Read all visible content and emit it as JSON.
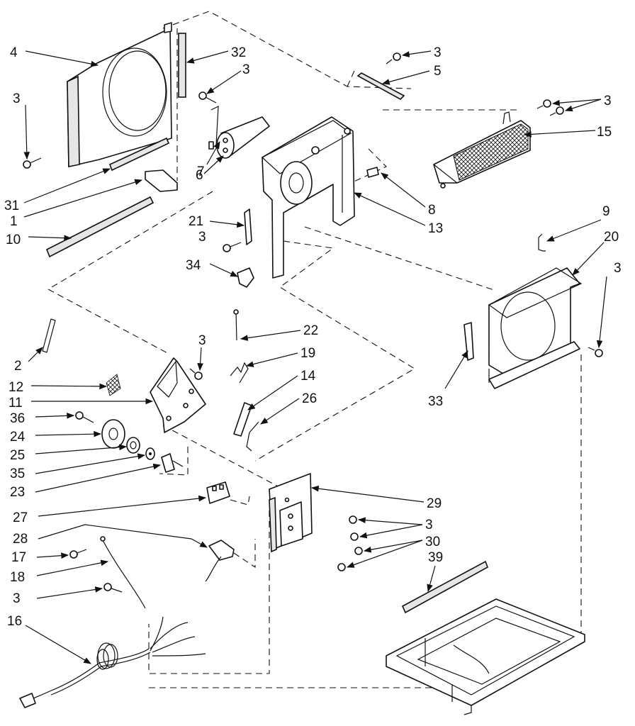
{
  "callouts": {
    "c4": "4",
    "c32": "32",
    "c3_screw_top": "3",
    "c3_left": "3",
    "c3_top_right": "3",
    "c5": "5",
    "c3_right": "3",
    "c15": "15",
    "c7": "7",
    "c6": "6",
    "c31": "31",
    "c1": "1",
    "c10": "10",
    "c8": "8",
    "c13": "13",
    "c21": "21",
    "c3_mid": "3",
    "c9": "9",
    "c20": "20",
    "c3_far_right": "3",
    "c34": "34",
    "c3_bracket": "3",
    "c22": "22",
    "c19": "19",
    "c14": "14",
    "c26": "26",
    "c2": "2",
    "c12": "12",
    "c11": "11",
    "c36": "36",
    "c24": "24",
    "c25": "25",
    "c35": "35",
    "c23": "23",
    "c33": "33",
    "c29": "29",
    "c27": "27",
    "c3_plate": "3",
    "c28": "28",
    "c30": "30",
    "c17": "17",
    "c39": "39",
    "c18": "18",
    "c3_lower_left": "3",
    "c16": "16"
  },
  "colors": {
    "ink": "#111111",
    "paper": "#ffffff"
  }
}
